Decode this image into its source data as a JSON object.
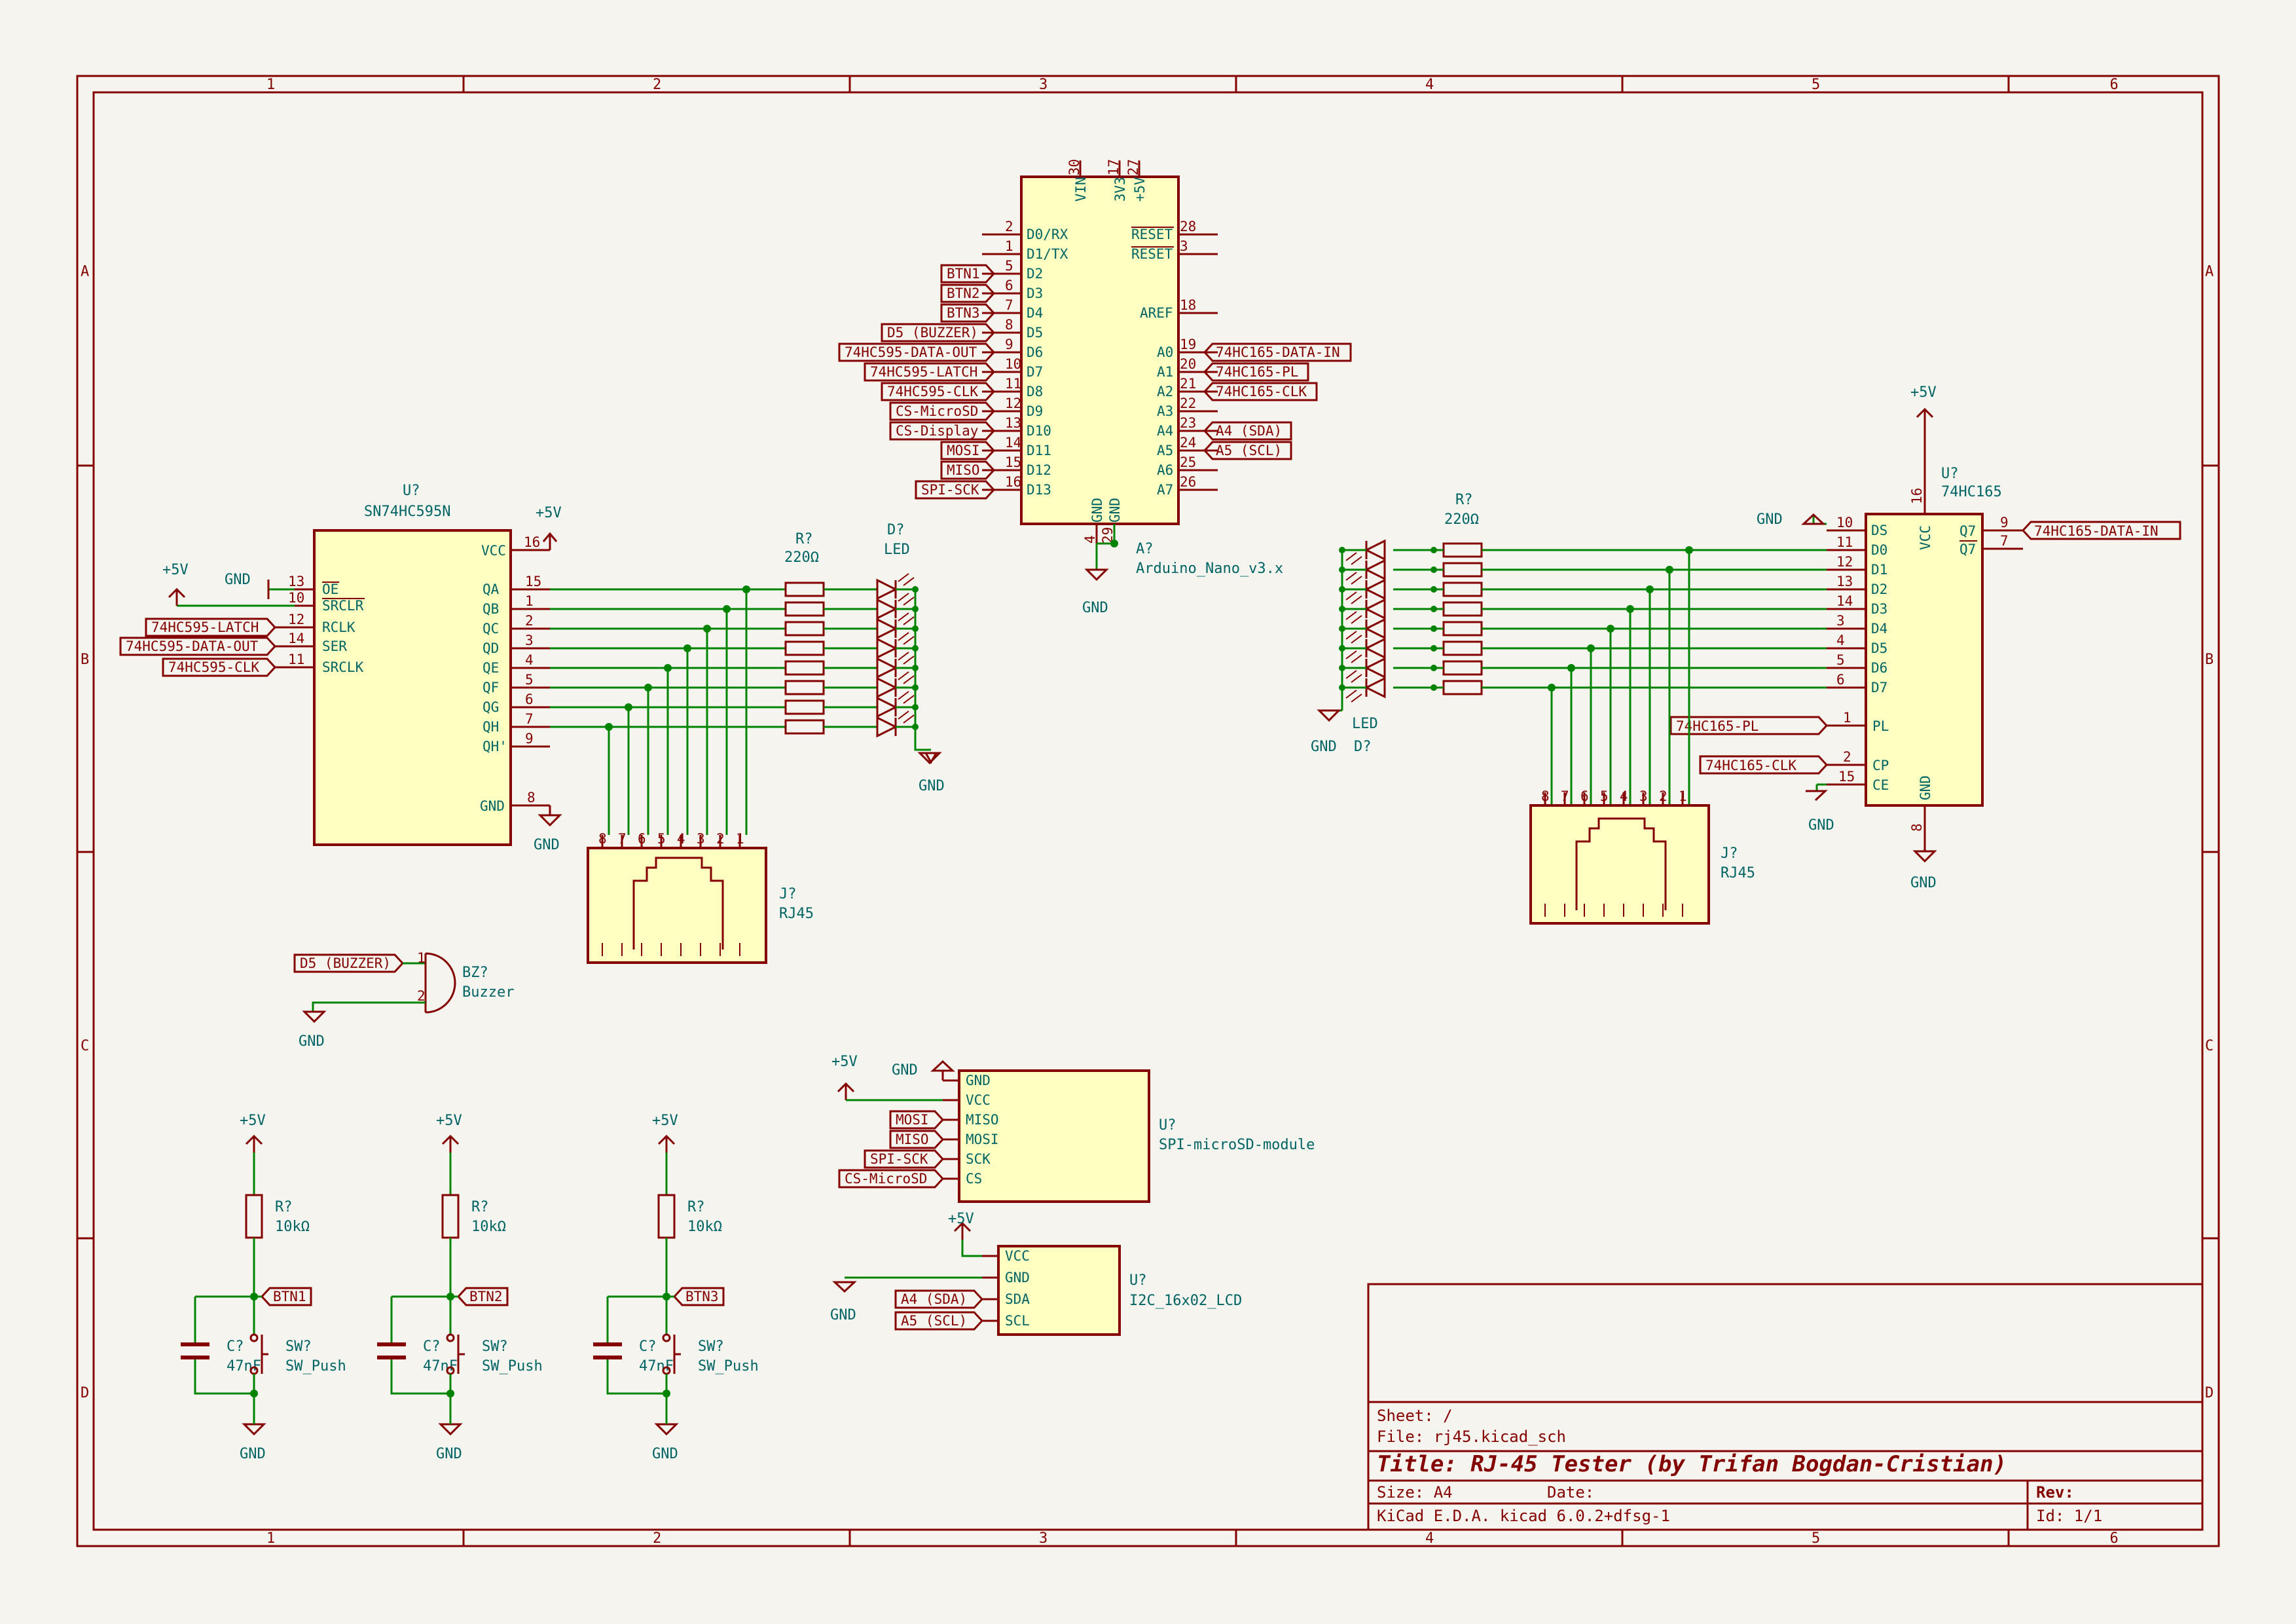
{
  "border": {
    "columns": [
      "1",
      "2",
      "3",
      "4",
      "5",
      "6"
    ],
    "rows": [
      "A",
      "B",
      "C",
      "D"
    ]
  },
  "title_block": {
    "sheet": "Sheet: /",
    "file": "File: rj45.kicad_sch",
    "title": "Title: RJ-45 Tester (by Trifan Bogdan-Cristian)",
    "size": "Size: A4",
    "date": "Date:",
    "rev": "Rev:",
    "tool": "KiCad E.D.A.  kicad 6.0.2+dfsg-1",
    "id": "Id: 1/1"
  },
  "arduino": {
    "ref": "A?",
    "value": "Arduino_Nano_v3.x",
    "top_pins": [
      {
        "num": "30",
        "name": "VIN"
      },
      {
        "num": "17",
        "name": "3V3"
      },
      {
        "num": "27",
        "name": "+5V"
      }
    ],
    "bottom_pins": [
      {
        "num": "4",
        "name": "GND"
      },
      {
        "num": "29",
        "name": "GND"
      }
    ],
    "left_pins": [
      {
        "num": "2",
        "name": "D0/RX",
        "label": ""
      },
      {
        "num": "1",
        "name": "D1/TX",
        "label": ""
      },
      {
        "num": "5",
        "name": "D2",
        "label": "BTN1"
      },
      {
        "num": "6",
        "name": "D3",
        "label": "BTN2"
      },
      {
        "num": "7",
        "name": "D4",
        "label": "BTN3"
      },
      {
        "num": "8",
        "name": "D5",
        "label": "D5 (BUZZER)"
      },
      {
        "num": "9",
        "name": "D6",
        "label": "74HC595-DATA-OUT"
      },
      {
        "num": "10",
        "name": "D7",
        "label": "74HC595-LATCH"
      },
      {
        "num": "11",
        "name": "D8",
        "label": "74HC595-CLK"
      },
      {
        "num": "12",
        "name": "D9",
        "label": "CS-MicroSD"
      },
      {
        "num": "13",
        "name": "D10",
        "label": "CS-Display"
      },
      {
        "num": "14",
        "name": "D11",
        "label": "MOSI"
      },
      {
        "num": "15",
        "name": "D12",
        "label": "MISO"
      },
      {
        "num": "16",
        "name": "D13",
        "label": "SPI-SCK"
      }
    ],
    "right_pins": [
      {
        "num": "28",
        "name": "RESET",
        "label": ""
      },
      {
        "num": "3",
        "name": "RESET",
        "label": ""
      },
      {
        "num": "18",
        "name": "AREF",
        "label": ""
      },
      {
        "num": "19",
        "name": "A0",
        "label": "74HC165-DATA-IN"
      },
      {
        "num": "20",
        "name": "A1",
        "label": "74HC165-PL"
      },
      {
        "num": "21",
        "name": "A2",
        "label": "74HC165-CLK"
      },
      {
        "num": "22",
        "name": "A3",
        "label": ""
      },
      {
        "num": "23",
        "name": "A4",
        "label": "A4 (SDA)"
      },
      {
        "num": "24",
        "name": "A5",
        "label": "A5 (SCL)"
      },
      {
        "num": "25",
        "name": "A6",
        "label": ""
      },
      {
        "num": "26",
        "name": "A7",
        "label": ""
      }
    ]
  },
  "sr595": {
    "ref": "U?",
    "value": "SN74HC595N",
    "left_pins": [
      {
        "num": "13",
        "name": "OE",
        "label": ""
      },
      {
        "num": "10",
        "name": "SRCLR",
        "label": ""
      },
      {
        "num": "12",
        "name": "RCLK",
        "label": "74HC595-LATCH"
      },
      {
        "num": "14",
        "name": "SER",
        "label": "74HC595-DATA-OUT"
      },
      {
        "num": "11",
        "name": "SRCLK",
        "label": "74HC595-CLK"
      }
    ],
    "vcc": {
      "num": "16",
      "name": "VCC"
    },
    "gnd": {
      "num": "8",
      "name": "GND"
    },
    "outputs": [
      {
        "num": "15",
        "name": "QA"
      },
      {
        "num": "1",
        "name": "QB"
      },
      {
        "num": "2",
        "name": "QC"
      },
      {
        "num": "3",
        "name": "QD"
      },
      {
        "num": "4",
        "name": "QE"
      },
      {
        "num": "5",
        "name": "QF"
      },
      {
        "num": "6",
        "name": "QG"
      },
      {
        "num": "7",
        "name": "QH"
      },
      {
        "num": "9",
        "name": "QH'"
      }
    ]
  },
  "sr165": {
    "ref": "U?",
    "value": "74HC165",
    "left_pins": [
      {
        "num": "10",
        "name": "DS"
      },
      {
        "num": "11",
        "name": "D0"
      },
      {
        "num": "12",
        "name": "D1"
      },
      {
        "num": "13",
        "name": "D2"
      },
      {
        "num": "14",
        "name": "D3"
      },
      {
        "num": "3",
        "name": "D4"
      },
      {
        "num": "4",
        "name": "D5"
      },
      {
        "num": "5",
        "name": "D6"
      },
      {
        "num": "6",
        "name": "D7"
      }
    ],
    "pl": {
      "num": "1",
      "name": "PL",
      "label": "74HC165-PL"
    },
    "cp": {
      "num": "2",
      "name": "CP",
      "label": "74HC165-CLK"
    },
    "ce": {
      "num": "15",
      "name": "CE"
    },
    "q7": {
      "num": "9",
      "name": "Q7",
      "label": "74HC165-DATA-IN"
    },
    "q7n": {
      "num": "7",
      "name": "Q7"
    },
    "vcc": {
      "num": "16",
      "name": "VCC"
    },
    "gnd": {
      "num": "8",
      "name": "GND"
    }
  },
  "rj45_left": {
    "ref": "J?",
    "value": "RJ45",
    "pins": [
      "8",
      "7",
      "6",
      "5",
      "4",
      "3",
      "2",
      "1"
    ]
  },
  "rj45_right": {
    "ref": "J?",
    "value": "RJ45",
    "pins": [
      "8",
      "7",
      "6",
      "5",
      "4",
      "3",
      "2",
      "1"
    ]
  },
  "res_left": {
    "ref": "R?",
    "value": "220Ω"
  },
  "res_right": {
    "ref": "R?",
    "value": "220Ω"
  },
  "led_left": {
    "ref": "D?",
    "value": "LED"
  },
  "led_right": {
    "ref": "D?",
    "value": "LED"
  },
  "buzzer": {
    "ref": "BZ?",
    "value": "Buzzer",
    "label": "D5 (BUZZER)",
    "pin1": "1",
    "pin2": "2"
  },
  "sd_module": {
    "ref": "U?",
    "value": "SPI-microSD-module",
    "pins": [
      {
        "name": "GND",
        "label": ""
      },
      {
        "name": "VCC",
        "label": ""
      },
      {
        "name": "MISO",
        "label": "MOSI"
      },
      {
        "name": "MOSI",
        "label": "MISO"
      },
      {
        "name": "SCK",
        "label": "SPI-SCK"
      },
      {
        "name": "CS",
        "label": "CS-MicroSD"
      }
    ]
  },
  "lcd": {
    "ref": "U?",
    "value": "I2C_16x02_LCD",
    "pins": [
      {
        "name": "VCC",
        "label": ""
      },
      {
        "name": "GND",
        "label": ""
      },
      {
        "name": "SDA",
        "label": "A4 (SDA)"
      },
      {
        "name": "SCL",
        "label": "A5 (SCL)"
      }
    ]
  },
  "buttons": [
    {
      "label": "BTN1",
      "r_ref": "R?",
      "r_val": "10kΩ",
      "c_ref": "C?",
      "c_val": "47nF",
      "sw_ref": "SW?",
      "sw_val": "SW_Push"
    },
    {
      "label": "BTN2",
      "r_ref": "R?",
      "r_val": "10kΩ",
      "c_ref": "C?",
      "c_val": "47nF",
      "sw_ref": "SW?",
      "sw_val": "SW_Push"
    },
    {
      "label": "BTN3",
      "r_ref": "R?",
      "r_val": "10kΩ",
      "c_ref": "C?",
      "c_val": "47nF",
      "sw_ref": "SW?",
      "sw_val": "SW_Push"
    }
  ],
  "power": {
    "vcc": "+5V",
    "gnd": "GND"
  }
}
